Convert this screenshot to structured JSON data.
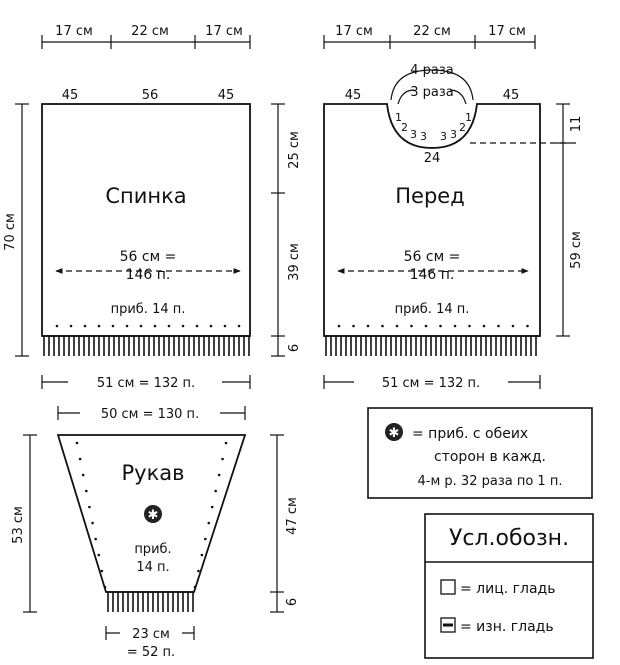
{
  "back": {
    "top_dims": [
      "17 см",
      "22 см",
      "17 см"
    ],
    "stitch_counts": [
      "45",
      "56",
      "45"
    ],
    "title": "Спинка",
    "width_line1": "56 см =",
    "width_line2": "146 п.",
    "increase": "приб. 14 п.",
    "bottom_dim": "51 см = 132 п.",
    "height_total": "70 см",
    "height_upper": "25 см",
    "height_lower": "39 см",
    "height_rib": "6"
  },
  "front": {
    "top_dims": [
      "17 см",
      "22 см",
      "17 см"
    ],
    "stitch_counts": [
      "45",
      "45"
    ],
    "neck_outer": "4 раза",
    "neck_inner": "3 раза",
    "neck_steps_left": [
      "1",
      "2",
      "3",
      "3"
    ],
    "neck_steps_right": [
      "3",
      "3",
      "2",
      "1"
    ],
    "neck_bottom": "24",
    "title": "Перед",
    "width_line1": "56 см =",
    "width_line2": "146 п.",
    "increase": "приб. 14 п.",
    "bottom_dim": "51 см = 132 п.",
    "height_neck": "11",
    "height_body": "59 см"
  },
  "sleeve": {
    "top_dim": "50 см = 130 п.",
    "title": "Рукав",
    "increase_line1": "приб.",
    "increase_line2": "14 п.",
    "bottom_dim_line1": "23 см",
    "bottom_dim_line2": "= 52 п.",
    "height_total": "53 см",
    "height_body": "47 см",
    "height_rib": "6"
  },
  "note": {
    "line1": "= приб. с обеих",
    "line2": "сторон в кажд.",
    "line3": "4-м р. 32 раза по 1 п."
  },
  "legend": {
    "title": "Усл.обозн.",
    "items": [
      "= лиц. гладь",
      "= изн. гладь"
    ]
  }
}
